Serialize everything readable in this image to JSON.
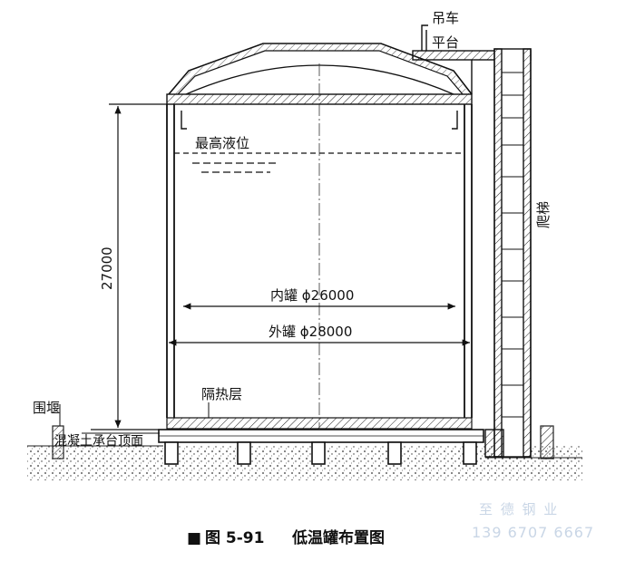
{
  "labels": {
    "crane": "吊车",
    "platform": "平台",
    "max_level": "最高液位",
    "ladder": "爬梯",
    "inner_tank": "内罐 ϕ26000",
    "outer_tank": "外罐 ϕ28000",
    "insulation": "隔热层",
    "height": "27000",
    "dike": "围堰",
    "foundation": "混凝土承台顶面"
  },
  "caption": {
    "marker": "■",
    "number": "图 5-91",
    "title": "低温罐布置图"
  },
  "watermark": {
    "company": "至 德 钢 业",
    "phone": "139 6707 6667"
  }
}
